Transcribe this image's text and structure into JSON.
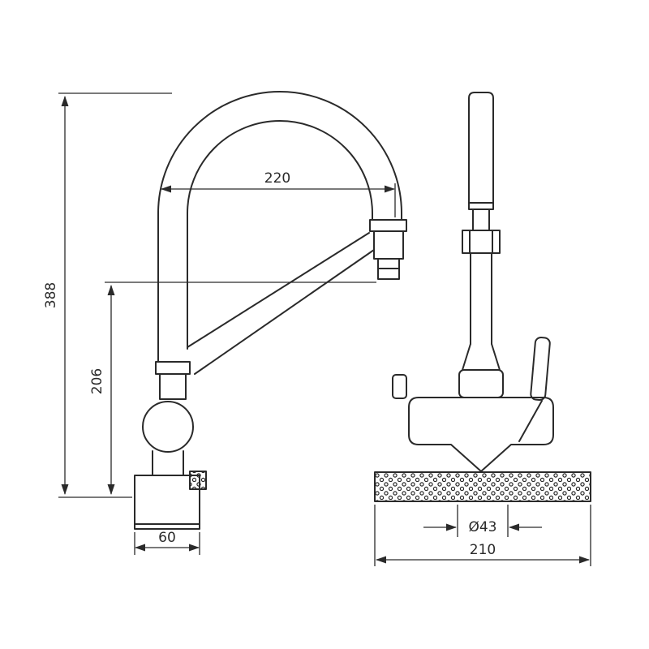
{
  "drawing": {
    "dimensions": {
      "spout_reach": "220",
      "total_height": "388",
      "outlet_height": "206",
      "base_width": "60",
      "hole_diameter": "Ø43",
      "mount_width": "210"
    }
  }
}
